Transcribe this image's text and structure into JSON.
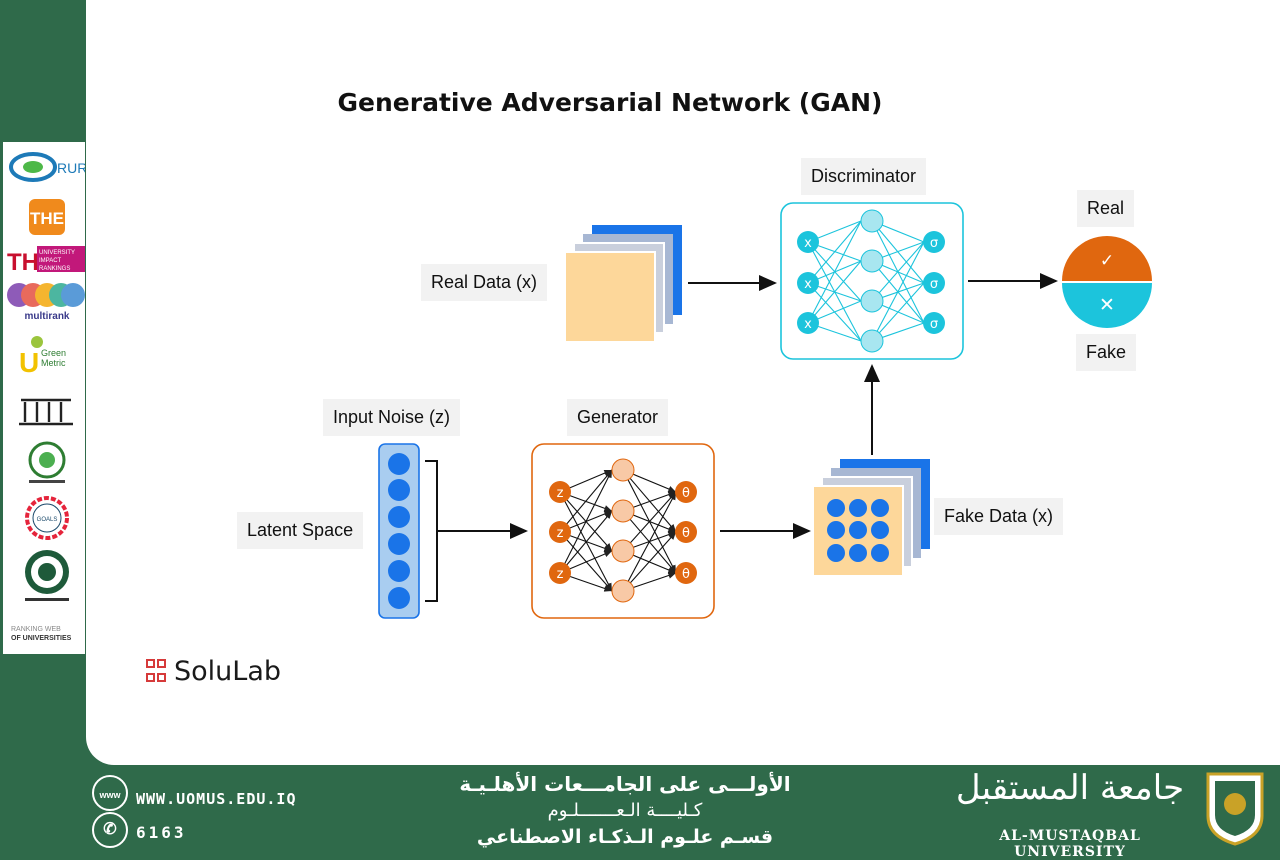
{
  "title": "Generative Adversarial Network (GAN)",
  "labels": {
    "discriminator": "Discriminator",
    "real_data": "Real Data (x)",
    "real": "Real",
    "fake": "Fake",
    "input_noise": "Input Noise (z)",
    "generator": "Generator",
    "latent_space": "Latent Space",
    "fake_data": "Fake Data (x)"
  },
  "node_symbols": {
    "discriminator_input": "x",
    "discriminator_output": "σ",
    "generator_input": "z",
    "generator_output": "θ",
    "real_check": "✓",
    "fake_cross": "✕"
  },
  "brand": "SoluLab",
  "side_logos": [
    "RUR",
    "THE",
    "THE UNIVERSITY IMPACT RANKINGS",
    "multirank",
    "UI Green Metric",
    "institution-icon",
    "arab-universities-seal",
    "sdgs-logo",
    "federation-of-arab-engineers-seal",
    "RANKING WEB OF UNIVERSITIES"
  ],
  "footer": {
    "website": "WWW.UOMUS.EDU.IQ",
    "phone": "6163",
    "web_icon_text": "www",
    "arabic_line1": "الأولـــى على الجامـــعات الأهلـيـة",
    "arabic_line2": "كـليــــة الـعـــــــلـوم",
    "arabic_line3": "قسـم علـوم الـذكـاء الاصطناعي",
    "university_ar": "جامعة المستقبل",
    "university_en": "AL-MUSTAQBAL UNIVERSITY"
  },
  "colors": {
    "background_green": "#2f6a4a",
    "discriminator_cyan": "#1cc4dc",
    "generator_orange": "#e0670f",
    "latent_blue": "#1a74e8",
    "data_sheet": "#fdd79a"
  }
}
